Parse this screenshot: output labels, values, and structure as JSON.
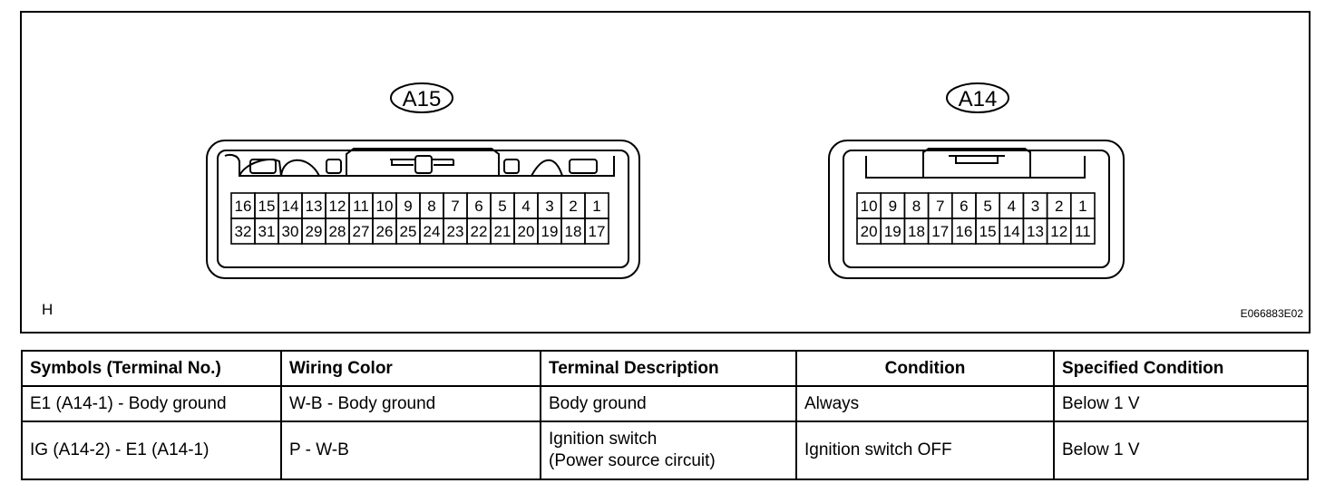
{
  "figure": {
    "corner_mark": "H",
    "figure_code": "E066883E02"
  },
  "connectors": [
    {
      "label": "A15",
      "top_row": [
        "16",
        "15",
        "14",
        "13",
        "12",
        "11",
        "10",
        "9",
        "8",
        "7",
        "6",
        "5",
        "4",
        "3",
        "2",
        "1"
      ],
      "bottom_row": [
        "32",
        "31",
        "30",
        "29",
        "28",
        "27",
        "26",
        "25",
        "24",
        "23",
        "22",
        "21",
        "20",
        "19",
        "18",
        "17"
      ]
    },
    {
      "label": "A14",
      "top_row": [
        "10",
        "9",
        "8",
        "7",
        "6",
        "5",
        "4",
        "3",
        "2",
        "1"
      ],
      "bottom_row": [
        "20",
        "19",
        "18",
        "17",
        "16",
        "15",
        "14",
        "13",
        "12",
        "11"
      ]
    }
  ],
  "table": {
    "headers": [
      "Symbols (Terminal No.)",
      "Wiring Color",
      "Terminal Description",
      "Condition",
      "Specified Condition"
    ],
    "rows": [
      {
        "symbols": "E1 (A14-1) - Body ground",
        "wiring_color": "W-B - Body ground",
        "description_line1": "Body ground",
        "description_line2": "",
        "condition": "Always",
        "specified": "Below 1 V"
      },
      {
        "symbols": "IG (A14-2) - E1 (A14-1)",
        "wiring_color": "P - W-B",
        "description_line1": "Ignition switch",
        "description_line2": "(Power source circuit)",
        "condition": "Ignition switch OFF",
        "specified": "Below 1 V"
      }
    ]
  }
}
